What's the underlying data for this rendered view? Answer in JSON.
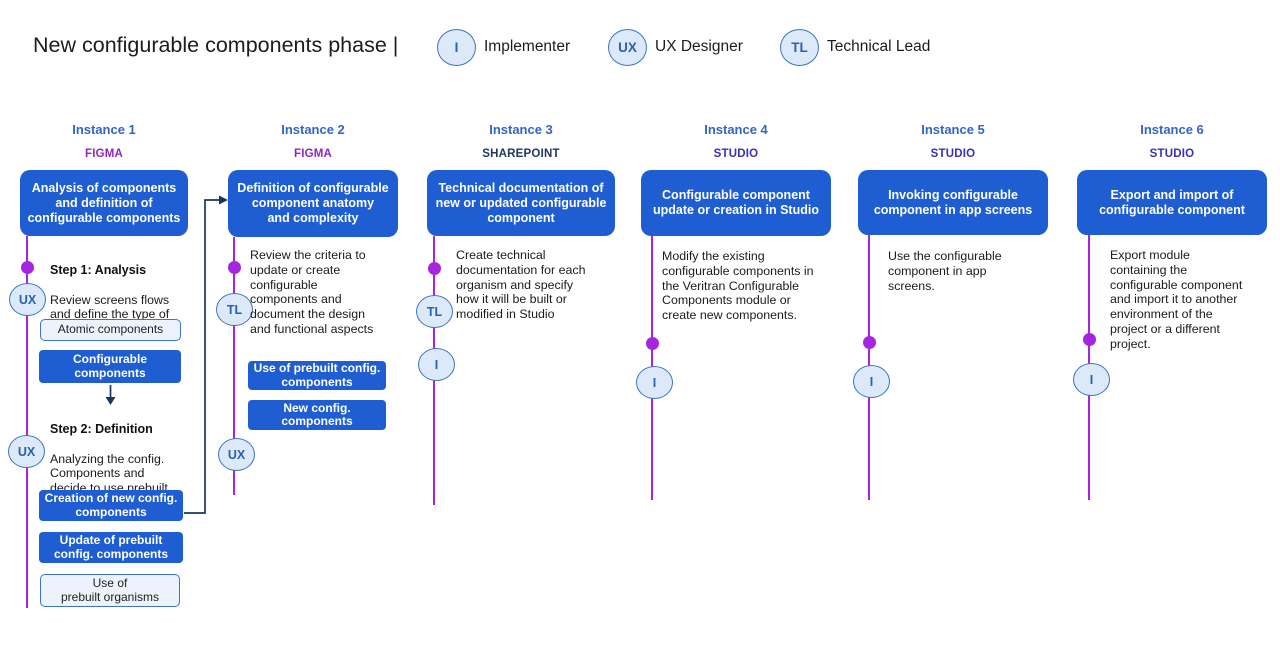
{
  "header": {
    "title": "New configurable components phase |",
    "legend": [
      {
        "badge": "I",
        "label": "Implementer"
      },
      {
        "badge": "UX",
        "label": "UX Designer"
      },
      {
        "badge": "TL",
        "label": "Technical Lead"
      }
    ]
  },
  "colors": {
    "primary_blue": "#1E5ED2",
    "line_purple": "#A525E0",
    "navy": "#17375E",
    "badge_border": "#3E74C6",
    "badge_fill": "#DCE9F8",
    "badge_text": "#2B5FB0",
    "instance_title": "#3565C4"
  },
  "columns": [
    {
      "title": "Instance 1",
      "tool": "FIGMA",
      "tool_color": "#9227BD",
      "box": "Analysis of components\nand definition of\nconfigurable components",
      "step1_title": "Step 1: Analysis",
      "step1_body": "Review screens flows\nand define the type of\ncomponent to be used",
      "tag_atomic": "Atomic components",
      "tag_configurable": "Configurable\ncomponents",
      "step2_title": "Step 2: Definition",
      "step2_body": "Analyzing the config.\nComponents and\ndecide to use prebuilt,\ncreate or update them",
      "tag_creation": "Creation of new config.\ncomponents",
      "tag_update": "Update of prebuilt\nconfig. components",
      "tag_use_organisms": "Use of\nprebuilt organisms",
      "badges": [
        "UX",
        "UX"
      ]
    },
    {
      "title": "Instance 2",
      "tool": "FIGMA",
      "tool_color": "#9227BD",
      "box": "Definition of configurable\ncomponent anatomy\nand complexity",
      "body": "Review the criteria to\nupdate or create\nconfigurable\ncomponents and\ndocument the design\nand functional aspects",
      "tag_use_prebuilt": "Use of prebuilt config.\ncomponents",
      "tag_new": "New config.\ncomponents",
      "badges": [
        "TL",
        "UX"
      ]
    },
    {
      "title": "Instance 3",
      "tool": "SHAREPOINT",
      "tool_color": "#1F3864",
      "box": "Technical documentation of\nnew or updated configurable\ncomponent",
      "body": "Create technical\ndocumentation for each\norganism and specify\nhow it will be built or\nmodified in Studio",
      "badges": [
        "TL",
        "I"
      ]
    },
    {
      "title": "Instance 4",
      "tool": "STUDIO",
      "tool_color": "#3730B8",
      "box": "Configurable component\nupdate or creation in Studio",
      "body": "Modify the existing\nconfigurable components in\nthe Veritran Configurable\nComponents module or\ncreate new components.",
      "badges": [
        "I"
      ]
    },
    {
      "title": "Instance 5",
      "tool": "STUDIO",
      "tool_color": "#3730B8",
      "box": "Invoking configurable\ncomponent in app screens",
      "body": "Use the configurable\ncomponent in app\nscreens.",
      "badges": [
        "I"
      ]
    },
    {
      "title": "Instance 6",
      "tool": "STUDIO",
      "tool_color": "#3730B8",
      "box": "Export and import of\nconfigurable component",
      "body": "Export module\ncontaining the\nconfigurable component\nand import it to another\nenvironment of the\nproject or a different\nproject.",
      "badges": [
        "I"
      ]
    }
  ]
}
